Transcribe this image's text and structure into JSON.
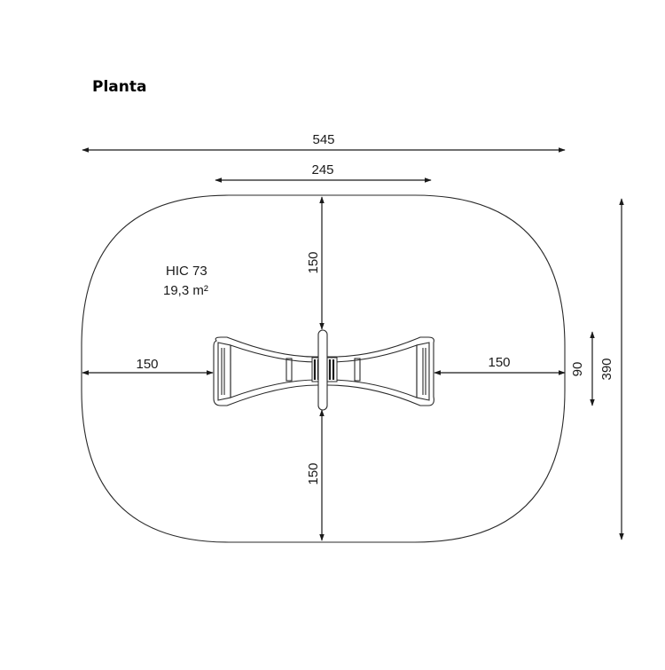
{
  "title": "Planta",
  "area": {
    "code": "HIC 73",
    "size": "19,3 m²"
  },
  "dimensions": {
    "overall_width": "545",
    "equipment_length": "245",
    "overall_height": "390",
    "equipment_width": "90",
    "top_clearance": "150",
    "bottom_clearance": "150",
    "left_clearance": "150",
    "right_clearance": "150"
  }
}
